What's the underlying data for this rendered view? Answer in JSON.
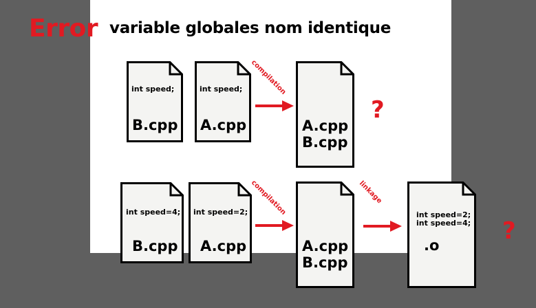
{
  "header": {
    "error_label": "Error",
    "title": "variable globales nom identique"
  },
  "row1": {
    "doc_b": {
      "code": "int speed;",
      "filename": "B.cpp"
    },
    "doc_a": {
      "code": "int speed;",
      "filename": "A.cpp"
    },
    "arrow_label": "compilation",
    "merged": {
      "line1": "A.cpp",
      "line2": "B.cpp"
    },
    "question": "?"
  },
  "row2": {
    "doc_b": {
      "code": "int speed=4;",
      "filename": "B.cpp"
    },
    "doc_a": {
      "code": "int speed=2;",
      "filename": "A.cpp"
    },
    "arrow1_label": "compilation",
    "merged": {
      "line1": "A.cpp",
      "line2": "B.cpp"
    },
    "arrow2_label": "linkage",
    "object": {
      "code1": "int speed=2;",
      "code2": "int speed=4;",
      "filename": ".o"
    },
    "question": "?"
  },
  "colors": {
    "accent": "#e11a22",
    "doc_fill": "#f4f4f2",
    "background": "#5f5f5f",
    "panel": "#ffffff"
  }
}
